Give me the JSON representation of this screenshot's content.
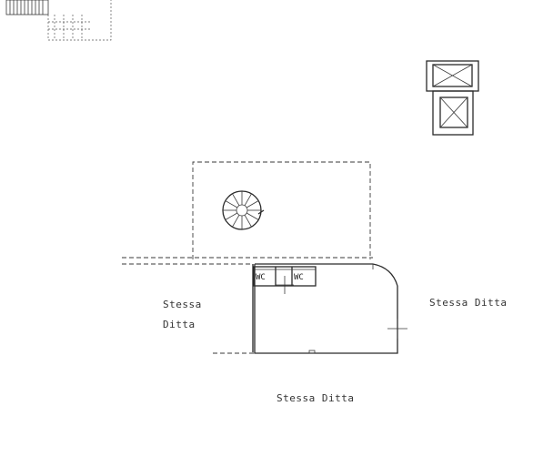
{
  "labels": {
    "wc_left": "WC",
    "wc_right": "WC",
    "left_line1": "Stessa",
    "left_line2": "Ditta",
    "right": "Stessa Ditta",
    "bottom": "Stessa Ditta"
  }
}
